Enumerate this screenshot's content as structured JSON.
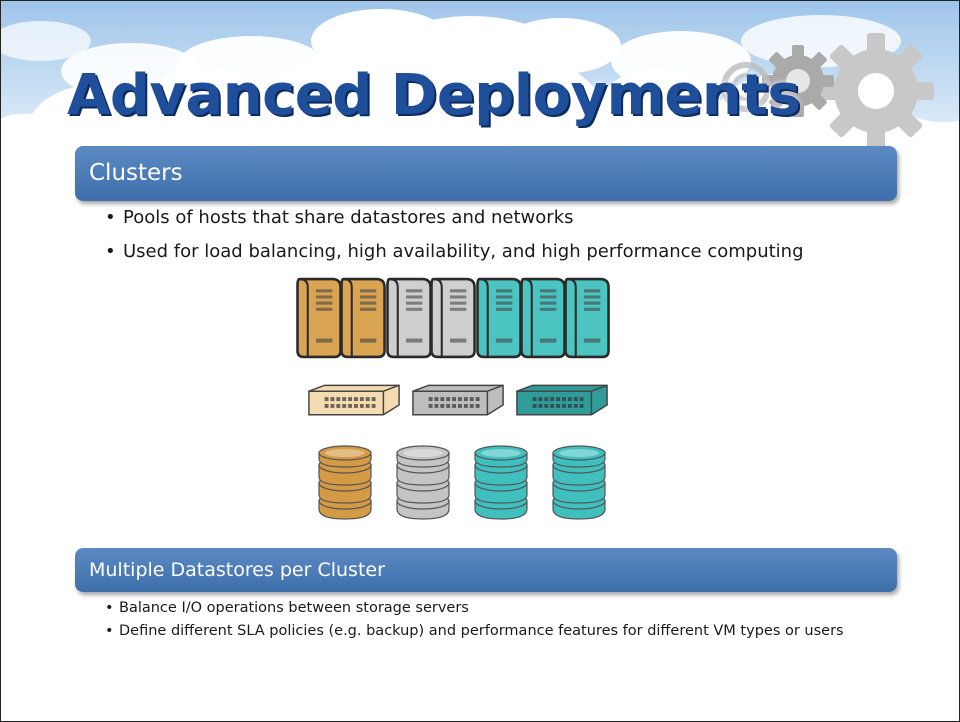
{
  "slide": {
    "title": "Advanced Deployments",
    "sections": [
      {
        "heading": "Clusters",
        "bullets": [
          "Pools of hosts that share datastores and networks",
          "Used for load balancing, high availability, and high performance computing"
        ]
      },
      {
        "heading": "Multiple Datastores per Cluster",
        "bullets": [
          "Balance I/O operations between storage servers",
          "Define different SLA policies (e.g. backup) and performance features for different VM types or users"
        ]
      }
    ],
    "bullet_glyph": "•"
  },
  "illustration": {
    "servers": [
      "orange",
      "orange",
      "gray",
      "gray",
      "teal",
      "teal",
      "teal"
    ],
    "switches": [
      "orange",
      "gray",
      "teal"
    ],
    "datastores": [
      "orange",
      "gray",
      "teal",
      "teal"
    ]
  },
  "colors": {
    "title": "#1f4e9a",
    "bar": "#4a7ab6",
    "orange": "#d9a552",
    "gray": "#c9c9c9",
    "teal": "#3fc0bf"
  },
  "icons": [
    "cloud-background",
    "gears-icon",
    "server-icon",
    "network-switch-icon",
    "database-icon"
  ]
}
